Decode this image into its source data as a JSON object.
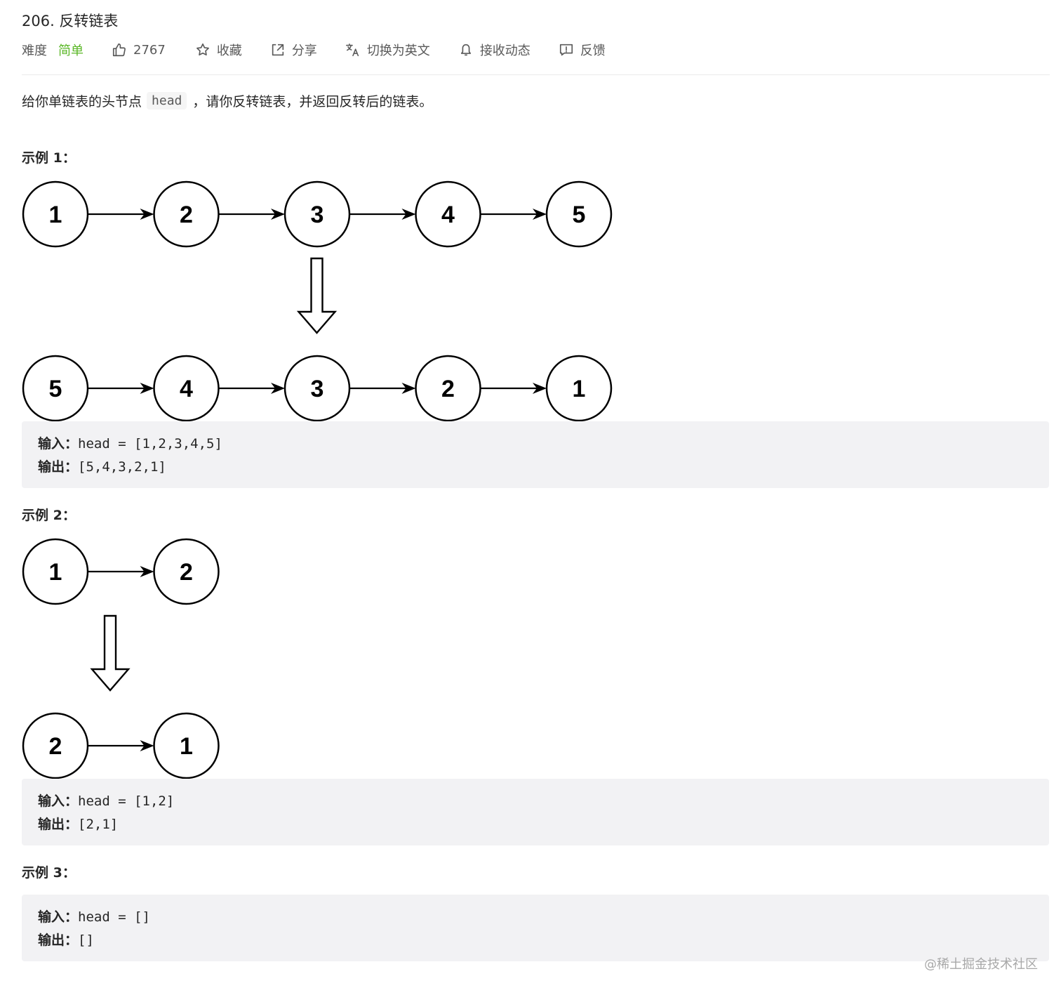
{
  "problem": {
    "title": "206. 反转链表"
  },
  "meta": {
    "difficulty_label": "难度",
    "difficulty_value": "简单",
    "likes": "2767",
    "favorite_label": "收藏",
    "share_label": "分享",
    "switch_lang_label": "切换为英文",
    "subscribe_label": "接收动态",
    "feedback_label": "反馈",
    "difficulty_color": "#5ab726"
  },
  "description": {
    "before": "给你单链表的头节点",
    "code": "head",
    "after": "，请你反转链表，并返回反转后的链表。"
  },
  "examples": [
    {
      "title": "示例 1：",
      "input_nodes": [
        "1",
        "2",
        "3",
        "4",
        "5"
      ],
      "output_nodes": [
        "5",
        "4",
        "3",
        "2",
        "1"
      ],
      "input_label": "输入：",
      "input_value": "head = [1,2,3,4,5]",
      "output_label": "输出：",
      "output_value": "[5,4,3,2,1]"
    },
    {
      "title": "示例 2：",
      "input_nodes": [
        "1",
        "2"
      ],
      "output_nodes": [
        "2",
        "1"
      ],
      "input_label": "输入：",
      "input_value": "head = [1,2]",
      "output_label": "输出：",
      "output_value": "[2,1]"
    },
    {
      "title": "示例 3：",
      "input_label": "输入：",
      "input_value": "head = []",
      "output_label": "输出：",
      "output_value": "[]"
    }
  ],
  "watermark": "@稀土掘金技术社区"
}
